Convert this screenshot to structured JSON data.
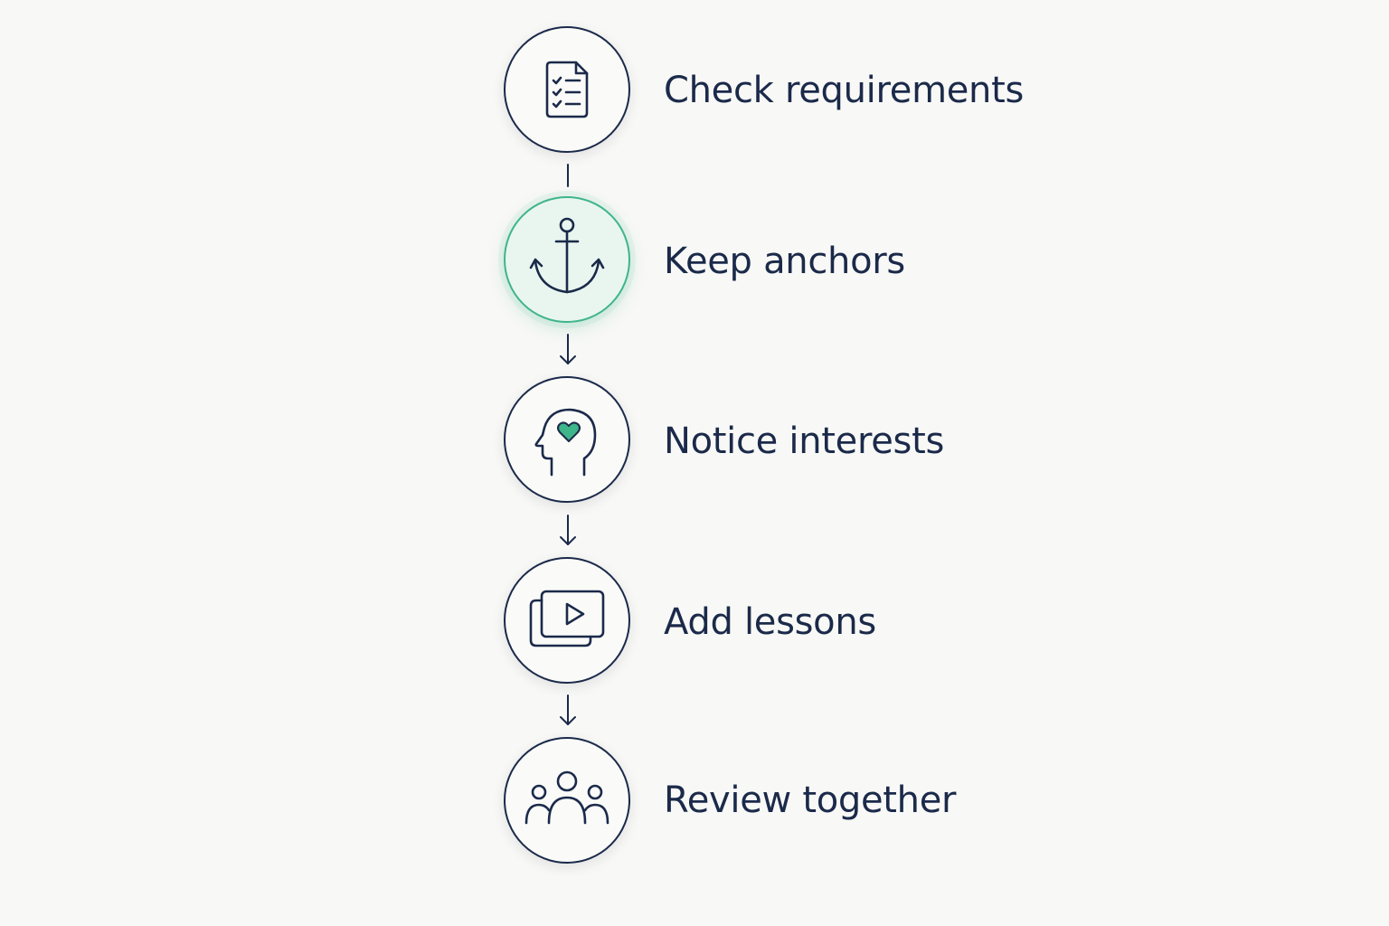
{
  "colors": {
    "ink": "#1b2a4a",
    "accent": "#3fb58a",
    "active_fill": "#e9f6ef",
    "background": "#f8f8f6"
  },
  "steps": [
    {
      "label": "Check requirements",
      "icon": "checklist-document-icon",
      "active": false
    },
    {
      "label": "Keep anchors",
      "icon": "anchor-icon",
      "active": true
    },
    {
      "label": "Notice interests",
      "icon": "head-heart-icon",
      "active": false
    },
    {
      "label": "Add lessons",
      "icon": "video-lessons-icon",
      "active": false
    },
    {
      "label": "Review together",
      "icon": "people-group-icon",
      "active": false
    }
  ],
  "connectors": [
    "line",
    "arrow-down",
    "arrow-down",
    "arrow-down"
  ]
}
